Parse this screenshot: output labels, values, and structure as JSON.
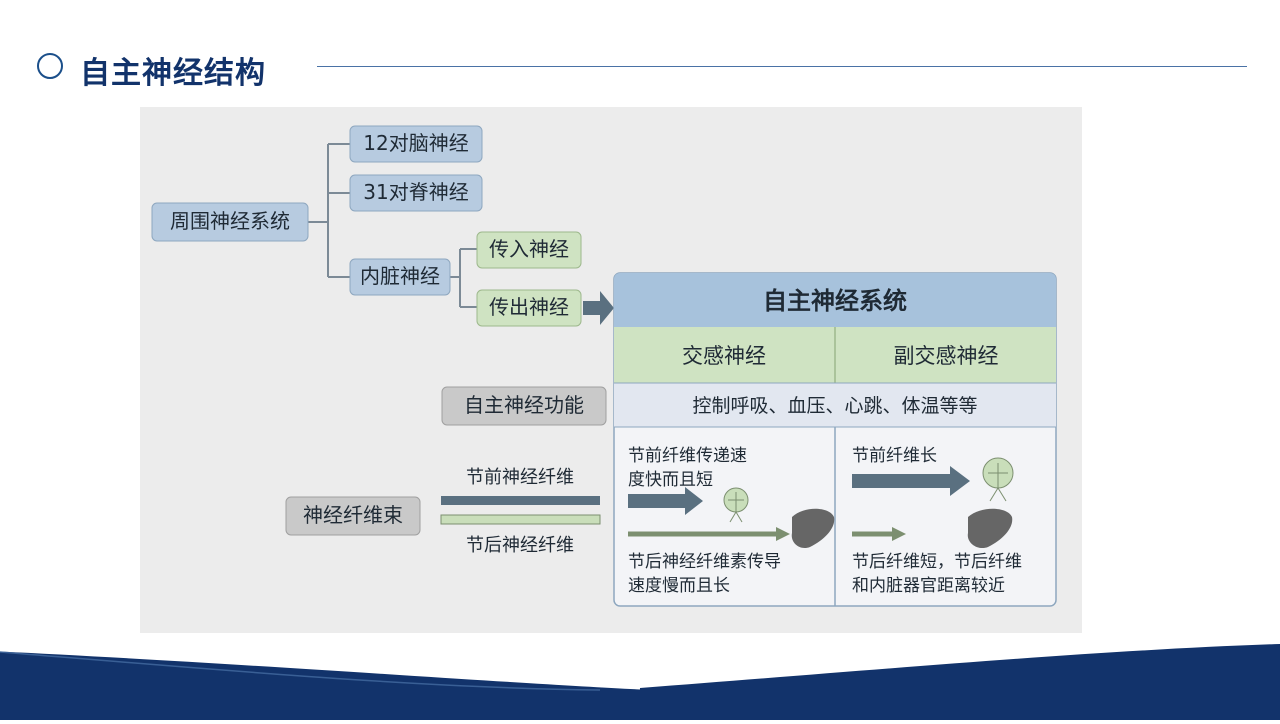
{
  "slide": {
    "title": "自主神经结构"
  },
  "diagram": {
    "peripheral": "周围神经系统",
    "cranial": "12对脑神经",
    "spinal": "31对脊神经",
    "visceral": "内脏神经",
    "afferent": "传入神经",
    "efferent": "传出神经",
    "ans_title": "自主神经系统",
    "sympathetic": "交感神经",
    "parasympathetic": "副交感神经",
    "function_label": "自主神经功能",
    "function_text": "控制呼吸、血压、心跳、体温等等",
    "bundle_label": "神经纤维束",
    "pre_fiber_label": "节前神经纤维",
    "post_fiber_label": "节后神经纤维",
    "symp_pre_text_1": "节前纤维传递速",
    "symp_pre_text_2": "度快而且短",
    "symp_post_text_1": "节后神经纤维素传导",
    "symp_post_text_2": "速度慢而且长",
    "para_pre_text": "节前纤维长",
    "para_post_text_1": "节后纤维短，节后纤维",
    "para_post_text_2": "和内脏器官距离较近"
  },
  "colors": {
    "blue_box": "#b7cbe0",
    "green_box": "#cfe3c2",
    "gray_box": "#c9c9c9",
    "header": "#a7c2dc",
    "arrow_dark": "#5a7080",
    "arrow_light": "#c9deba",
    "accent_navy": "#12336b"
  }
}
